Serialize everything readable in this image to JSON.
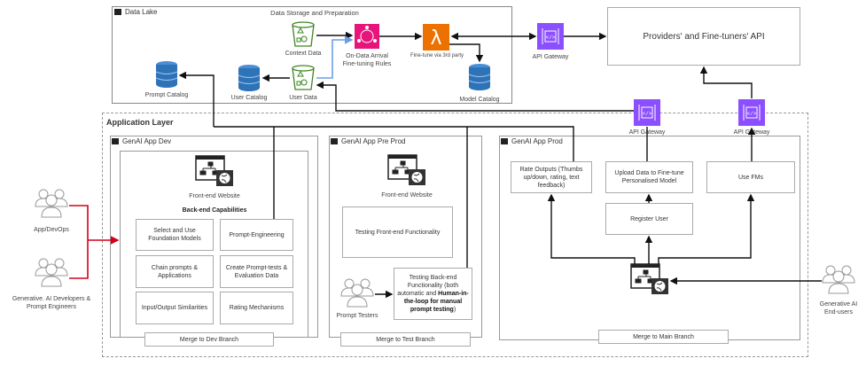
{
  "data_lake": {
    "title": "Data Lake",
    "subtitle": "Data Storage and Preparation",
    "context_data": "Context Data",
    "on_arrival": [
      "On-Data Arrival",
      "Fine-tuning Rules"
    ],
    "fine_tune": "Fine-tune via 3rd party",
    "prompt_catalog": "Prompt Catalog",
    "user_catalog": "User Catalog",
    "user_data": "User Data",
    "model_catalog": "Model Catalog"
  },
  "api_gateway_label": "API Gateway",
  "providers": "Providers' and Fine-tuners' API",
  "app_layer": {
    "title": "Application Layer",
    "dev": {
      "title": "GenAI App Dev",
      "frontend": "Front-end Website",
      "backend_title": "Back-end Capabilities",
      "capabilities": [
        "Select and Use Foundation Models",
        "Prompt-Engineering",
        "Chain prompts & Applications",
        "Create Prompt-tests & Evaluation Data",
        "Input/Output Similarities",
        "Rating Mechanisms"
      ],
      "merge": "Merge to Dev Branch"
    },
    "preprod": {
      "title": "GenAI App Pre Prod",
      "frontend": "Front-end Website",
      "test_frontend": "Testing Front-end Functionality",
      "test_backend_1": "Testing Back-end Functionality (both automatic and",
      "test_backend_bold": "Human-in-the-loop for manual prompt testing",
      "test_backend_end": ")",
      "testers": "Prompt Testers",
      "merge": "Merge to Test Branch"
    },
    "prod": {
      "title": "GenAI App Prod",
      "rate": "Rate Outputs (Thumbs up/down, rating, text feedback)",
      "upload": "Upload Data to Fine-tune Personalised Model",
      "use_fms": "Use FMs",
      "register": "Register User",
      "merge": "Merge to Main Branch"
    }
  },
  "actors": {
    "devops": "App/DevOps",
    "developers": [
      "Generative. AI Developers &",
      "Prompt Engineers"
    ],
    "end_users": [
      "Generative AI",
      "End-users"
    ]
  },
  "colors": {
    "red": "#d0021b",
    "blue": "#6c9ee8",
    "pink": "#e7157b",
    "orange": "#ed7100",
    "purple": "#8c4fff",
    "db": "#2e73b8",
    "bucket": "#3f8624"
  }
}
